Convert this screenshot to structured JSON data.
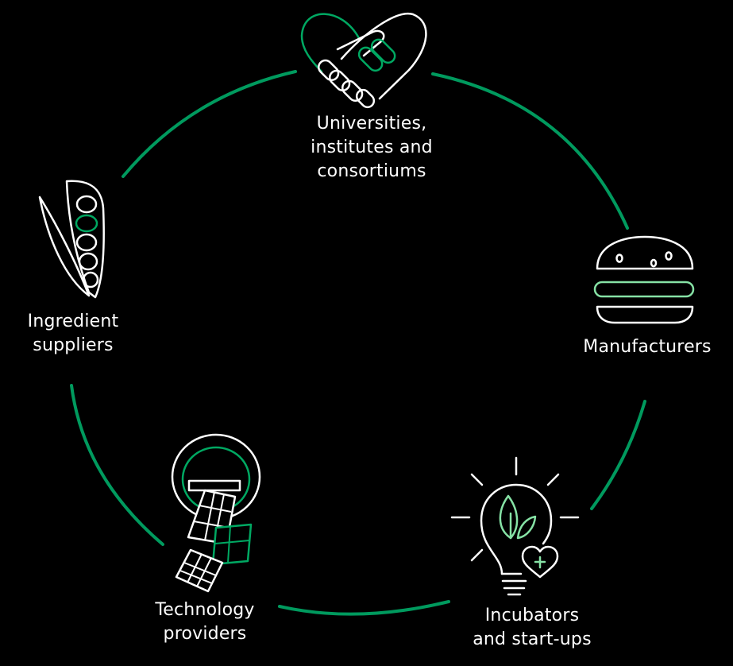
{
  "colors": {
    "background": "#000000",
    "ring": "#009a5e",
    "accent": "#00a862",
    "light_accent": "#86e2a5",
    "line": "#ffffff"
  },
  "nodes": [
    {
      "id": "universities",
      "icon": "handshake-heart-icon",
      "lines": [
        "Universities,",
        "institutes and",
        "consortiums"
      ]
    },
    {
      "id": "manufacturers",
      "icon": "burger-icon",
      "lines": [
        "Manufacturers"
      ]
    },
    {
      "id": "incubators",
      "icon": "lightbulb-leaf-icon",
      "lines": [
        "Incubators",
        "and start-ups"
      ]
    },
    {
      "id": "technology",
      "icon": "chip-cards-icon",
      "lines": [
        "Technology",
        "providers"
      ]
    },
    {
      "id": "ingredients",
      "icon": "pea-pod-icon",
      "lines": [
        "Ingredient",
        "suppliers"
      ]
    }
  ]
}
